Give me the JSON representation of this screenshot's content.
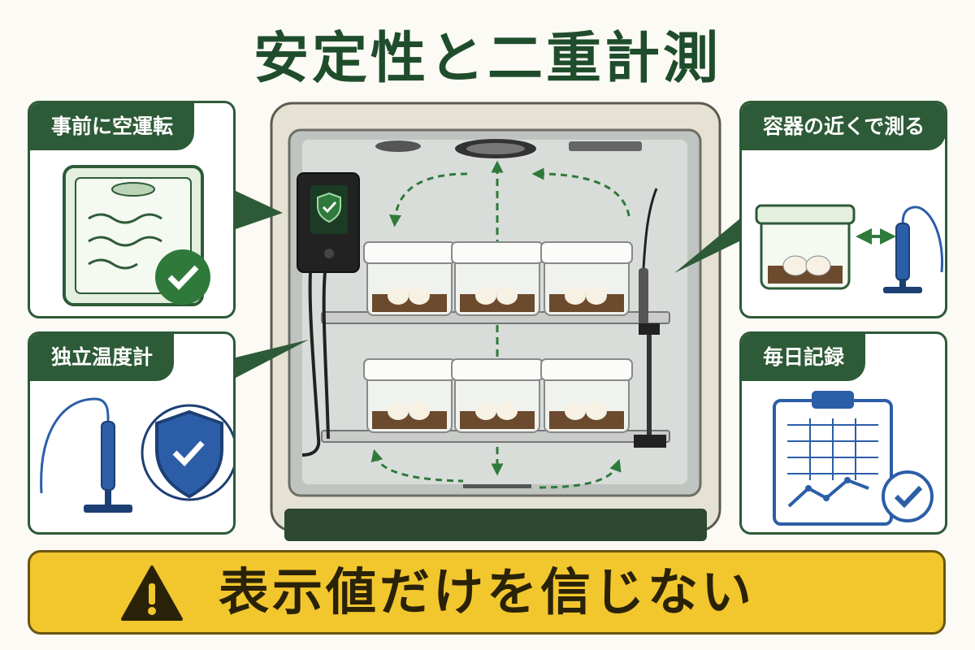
{
  "title": "安定性と二重計測",
  "panels": [
    {
      "label": "事前に空運転",
      "icon": "incubator-with-check-icon"
    },
    {
      "label": "独立温度計",
      "icon": "thermometer-probe-shield-icon"
    },
    {
      "label": "容器の近くで測る",
      "icon": "container-probe-distance-icon"
    },
    {
      "label": "毎日記録",
      "icon": "clipboard-chart-check-icon"
    }
  ],
  "banner": {
    "text": "表示値だけを信じない",
    "icon": "warning-triangle-icon"
  },
  "colors": {
    "green": "#2d5a37",
    "yellow": "#f2c62d",
    "blue": "#2c5ea8",
    "check_green": "#2f7a3b"
  }
}
